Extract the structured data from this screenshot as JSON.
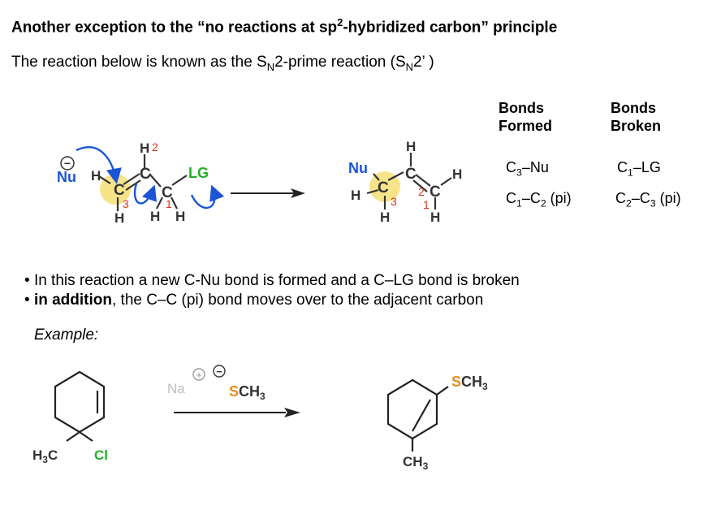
{
  "header": {
    "title_pre": "Another exception to the “no reactions at sp",
    "title_sup": "2",
    "title_post": "-hybridized carbon” principle",
    "sub_a": "The reaction below is known as the S",
    "sub_b": "N",
    "sub_c": "2-prime reaction (S",
    "sub_d": "N",
    "sub_e": "2’ )"
  },
  "table": {
    "col1_h1": "Bonds",
    "col1_h2": "Formed",
    "col2_h1": "Bonds",
    "col2_h2": "Broken",
    "f1_a": "C",
    "f1_b": "3",
    "f1_c": "–Nu",
    "f2_a": "C",
    "f2_b": "1",
    "f2_c": "–C",
    "f2_d": "2",
    "f2_e": " (pi)",
    "b1_a": "C",
    "b1_b": "1",
    "b1_c": "–LG",
    "b2_a": "C",
    "b2_b": "2",
    "b2_c": "–C",
    "b2_d": "3",
    "b2_e": " (pi)"
  },
  "bullets": {
    "b1": "In this reaction a new C-Nu bond is formed and a C–LG bond is broken",
    "b2_bold": "in addition",
    "b2_rest": ", the C–C (pi) bond moves over to the adjacent carbon"
  },
  "example": {
    "label": "Example:"
  },
  "mechanism": {
    "nu": "Nu",
    "minus": "−",
    "lg": "LG",
    "h": "H",
    "c": "C",
    "n1": "1",
    "n2": "2",
    "n3": "3"
  },
  "example_rxn": {
    "na": "Na",
    "plus": "+",
    "minus": "−",
    "s": "S",
    "ch3": "CH",
    "ch3_sub": "3",
    "h3c_a": "H",
    "h3c_sub": "3",
    "h3c_b": "C",
    "cl": "Cl"
  },
  "colors": {
    "nucleophile": "#1a55d6",
    "leaving_group": "#22b024",
    "carbon_number": "#e0321b",
    "sulfur": "#f08a1c",
    "highlight": "#f7e48a",
    "arrow": "#1a55d6"
  }
}
